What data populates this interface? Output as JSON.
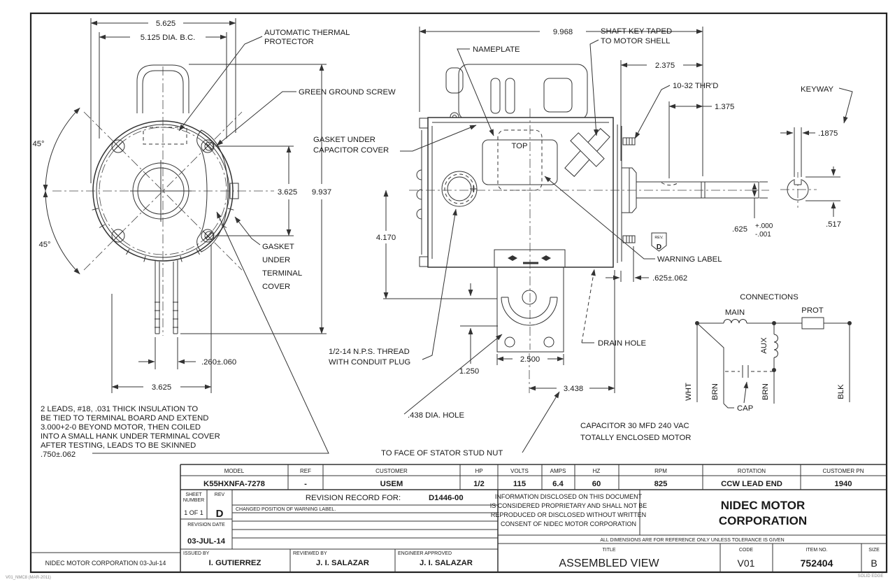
{
  "left_view": {
    "dim_width": "5.625",
    "dim_bolt_circle": "5.125 DIA. B.C.",
    "angle_upper": "45°",
    "angle_lower": "45°",
    "dim_bolt_span_v": "3.625",
    "dim_overall_height": "9.937",
    "label_thermal_1": "AUTOMATIC THERMAL",
    "label_thermal_2": "PROTECTOR",
    "label_ground_screw": "GREEN GROUND SCREW",
    "label_gasket_terminal_1": "GASKET",
    "label_gasket_terminal_2": "UNDER",
    "label_gasket_terminal_3": "TERMINAL",
    "label_gasket_terminal_4": "COVER",
    "dim_lead_spacing": ".260±.060",
    "dim_bolt_span_h": "3.625"
  },
  "notes": {
    "line1": "2 LEADS, #18, .031 THICK INSULATION TO",
    "line2": "BE TIED TO TERMINAL BOARD AND EXTEND",
    "line3": "3.000+2-0 BEYOND MOTOR, THEN COILED",
    "line4": "INTO A SMALL HANK UNDER TERMINAL COVER",
    "line5": "AFTER TESTING, LEADS TO BE SKINNED",
    "line6": ".750±.062"
  },
  "side_view": {
    "dim_overall_length": "9.968",
    "label_nameplate": "NAMEPLATE",
    "label_shaft_key_1": "SHAFT KEY TAPED",
    "label_shaft_key_2": "TO MOTOR SHELL",
    "dim_shaft_ext": "2.375",
    "label_thread": "10-32 THR'D",
    "dim_keyway_len": "1.375",
    "label_gasket_cap_1": "GASKET UNDER",
    "label_gasket_cap_2": "CAPACITOR COVER",
    "label_top": "TOP",
    "dim_center_height": "4.170",
    "rev_flag_small": "REV.",
    "rev_flag_letter": "D",
    "label_warning": "WARNING LABEL",
    "dim_hub": ".625±.062",
    "label_drain": "DRAIN HOLE",
    "label_conduit_1": "1/2-14 N.P.S. THREAD",
    "label_conduit_2": "WITH CONDUIT PLUG",
    "dim_bracket_1250": "1.250",
    "dim_bracket_2500": "2.500",
    "dim_bracket_3438": "3.438",
    "label_hole": ".438 DIA. HOLE",
    "label_stator_nut": "TO FACE OF STATOR STUD NUT",
    "dim_shaft_dia": ".625",
    "dim_shaft_tol_plus": "+.000",
    "dim_shaft_tol_minus": "-.001",
    "note_capacitor_1": "CAPACITOR 30 MFD 240 VAC",
    "note_capacitor_2": "TOTALLY ENCLOSED MOTOR"
  },
  "keyway_detail": {
    "label": "KEYWAY",
    "dim_width": ".1875",
    "dim_depth": ".517"
  },
  "connections": {
    "title": "CONNECTIONS",
    "main": "MAIN",
    "prot": "PROT",
    "aux": "AUX",
    "wht": "WHT",
    "brn1": "BRN",
    "cap": "CAP",
    "brn2": "BRN",
    "blk": "BLK"
  },
  "title_block": {
    "headers": {
      "model": "MODEL",
      "ref": "REF",
      "customer": "CUSTOMER",
      "hp": "HP",
      "volts": "VOLTS",
      "amps": "AMPS",
      "hz": "HZ",
      "rpm": "RPM",
      "rotation": "ROTATION",
      "customer_pn": "CUSTOMER PN"
    },
    "values": {
      "model": "K55HXNFA-7278",
      "ref": "-",
      "customer": "USEM",
      "hp": "1/2",
      "volts": "115",
      "amps": "6.4",
      "hz": "60",
      "rpm": "825",
      "rotation": "CCW LEAD END",
      "customer_pn": "1940"
    },
    "sheet_label_1": "SHEET",
    "sheet_label_2": "NUMBER",
    "rev_label": "REV",
    "sheet_value": "1 OF 1",
    "rev_value": "D",
    "revision_record_label": "REVISION RECORD FOR:",
    "revision_record_doc": "D1446-00",
    "revision_note": "CHANGED POSITION OF WARNING LABEL.",
    "revision_date_label": "REVISION DATE",
    "revision_date": "03-JUL-14",
    "issued_by_label": "ISSUED BY",
    "issued_by": "I. GUTIERREZ",
    "reviewed_by_label": "REVIEWED BY",
    "reviewed_by": "J. I. SALAZAR",
    "approved_label": "ENGINEER APPROVED",
    "approved_by": "J. I. SALAZAR",
    "proprietary_1": "INFORMATION DISCLOSED ON THIS DOCUMENT",
    "proprietary_2": "IS CONSIDERED PROPRIETARY AND SHALL NOT BE",
    "proprietary_3": "REPRODUCED OR DISCLOSED WITHOUT WRITTEN",
    "proprietary_4": "CONSENT OF NIDEC MOTOR CORPORATION",
    "company_1": "NIDEC MOTOR",
    "company_2": "CORPORATION",
    "dimensions_note": "ALL DIMENSIONS ARE FOR REFERENCE ONLY UNLESS TOLERANCE IS GIVEN",
    "title_label": "TITLE",
    "title": "ASSEMBLED VIEW",
    "code_label": "CODE",
    "code": "V01",
    "item_label": "ITEM NO.",
    "item": "752404",
    "size_label": "SIZE",
    "size": "B"
  },
  "footer": {
    "left": "NIDEC MOTOR CORPORATION 03-Jul-14",
    "form_id": "V01_NMC8 (MAR-2011)",
    "cad": "SOLID EDGE"
  }
}
